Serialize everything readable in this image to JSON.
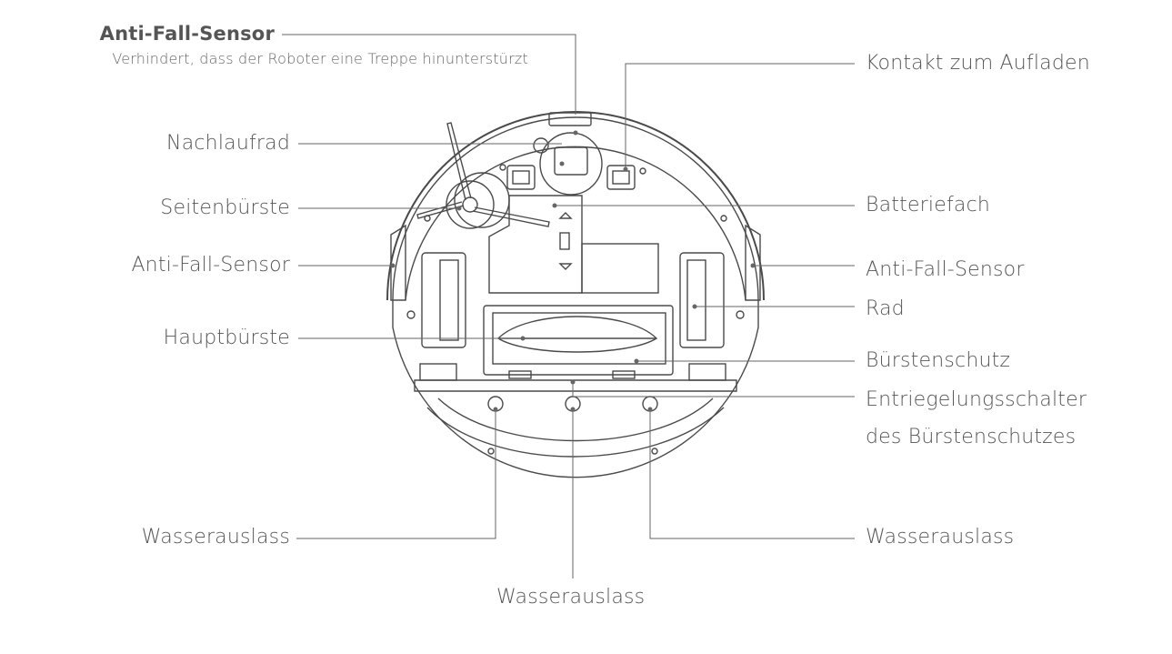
{
  "top_label": {
    "title": "Anti-Fall-Sensor",
    "subtitle": "Verhindert, dass der Roboter eine Treppe hinunterstürzt"
  },
  "left_labels": {
    "nachlaufrad": "Nachlaufrad",
    "seitenbuerste": "Seitenbürste",
    "anti_fall": "Anti-Fall-Sensor",
    "hauptbuerste": "Hauptbürste",
    "wasser": "Wasserauslass"
  },
  "right_labels": {
    "kontakt": "Kontakt zum Aufladen",
    "batterie": "Batteriefach",
    "anti_fall": "Anti-Fall-Sensor",
    "rad": "Rad",
    "buerstenschutz": "Bürstenschutz",
    "entriegelung_1": "Entriegelungsschalter",
    "entriegelung_2": "des Bürstenschutzes",
    "wasser": "Wasserauslass"
  },
  "bottom_labels": {
    "wasser": "Wasserauslass"
  },
  "colors": {
    "line": "#666666",
    "text": "#555555",
    "outline": "#4a4a4a"
  }
}
